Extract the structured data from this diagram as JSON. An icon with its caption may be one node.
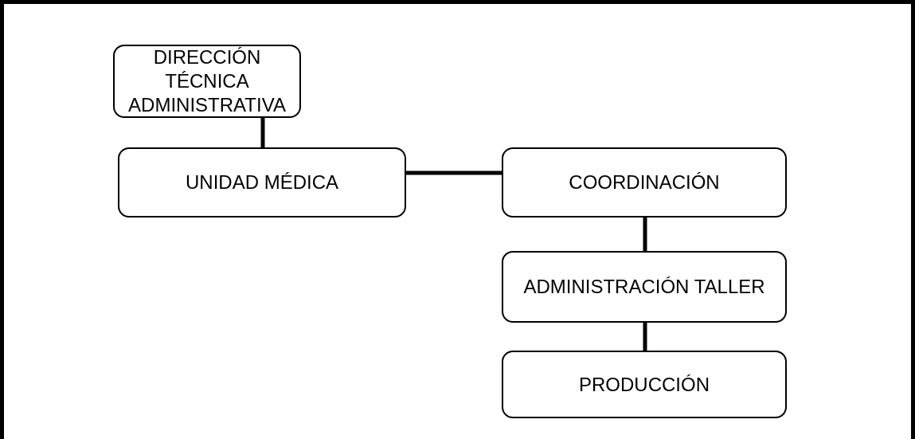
{
  "diagram": {
    "nodes": [
      {
        "text": [
          "DIRECCIÓN TÉCNICA ADMINISTRATIVA"
        ]
      },
      {
        "text": [
          "UNIDAD MÉDICA"
        ]
      },
      {
        "text": [
          "COORDINACIÓN"
        ]
      },
      {
        "text": [
          "ADMINISTRACIÓN TALLER"
        ]
      },
      {
        "text": [
          "PRODUCCIÓN"
        ]
      }
    ],
    "edges": [
      {
        "from": 0,
        "to": 1,
        "arrow": "none"
      },
      {
        "from": 1,
        "to": 2,
        "arrow": "none"
      },
      {
        "from": 2,
        "to": 3,
        "arrow": "none"
      },
      {
        "from": 3,
        "to": 4,
        "arrow": "none"
      }
    ]
  }
}
